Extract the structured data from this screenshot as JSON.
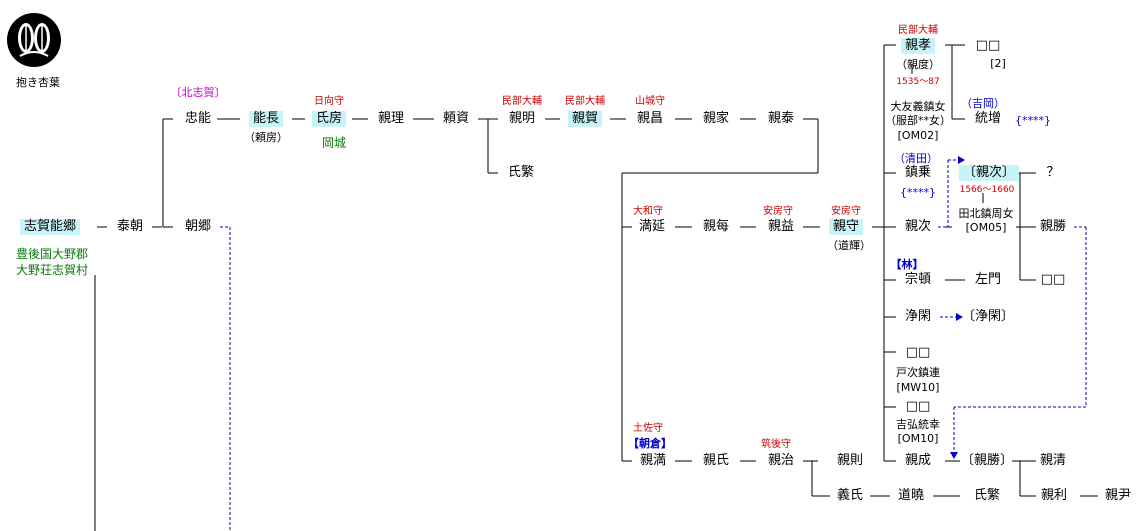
{
  "crest": {
    "label": "抱き杏葉"
  },
  "root": {
    "name": "志賀能郷",
    "place1": "豊後国大野郡",
    "place2": "大野荘志賀村"
  },
  "gen1": {
    "yasutomo": "泰朝"
  },
  "branch_kita": {
    "tag": "〔北志賀〕",
    "tadayoshi": "忠能",
    "yoshinaga": "能長",
    "yoshinaga_alt": "（頼房）",
    "ujifusa": "氏房",
    "ujifusa_title": "日向守",
    "ujifusa_castle": "岡城",
    "chikamasa": "親理",
    "yorisuke": "頼資",
    "chikaaki": "親明",
    "chikaaki_title": "民部大輔",
    "chikaka": "親賀",
    "chikaka_title": "民部大輔",
    "chikamasa2": "親昌",
    "chikamasa2_title": "山城守",
    "chikaie": "親家",
    "chikayasu": "親泰",
    "ujishige": "氏繁"
  },
  "tomosato": {
    "name": "朝郷"
  },
  "branch_minami": {
    "mitsunobu": "満延",
    "mitsunobu_title": "大和守",
    "chikatsune": "親每",
    "chikamasu": "親益",
    "chikamasu_title": "安房守",
    "chikamori": "親守",
    "chikamori_title": "安房守",
    "chikamori_alt": "（道輝）",
    "chikataka": "親孝",
    "chikataka_title": "民部大輔",
    "chikataka_alt": "（親度）",
    "chikataka_child": "□□",
    "chikataka_child_note": "[2]",
    "wife1_years": "1535～87",
    "wife1_line1": "大友義鎮女",
    "wife1_line2": "（服部**女）",
    "wife1_code": "[OM02]",
    "yoshida_tag": "（吉岡）",
    "munemasu": "統增",
    "munemasu_note": "{****}",
    "kiyota_tag": "（清田）",
    "shigenori": "鎮乗",
    "shigenori_note": "{****}",
    "chikatsugu_box": "〔親次〕",
    "chikatsugu_box_q": "？",
    "wife2_years": "1566～1660",
    "wife2_line1": "田北鎮周女",
    "wife2_code": "[OM05]",
    "chikatsugu": "親次",
    "chikakatsu": "親勝",
    "chikakatsu_child": "□□",
    "hayashi_tag": "【林】",
    "munetoshi": "宗頓",
    "samon": "左門",
    "jokan": "浄閑",
    "jokan_box": "〔浄閑〕",
    "sq1": "□□",
    "tojiki": "戸次鎮連",
    "tojiki_code": "[MW10]",
    "sq2": "□□",
    "yoshihiro": "吉弘統幸",
    "yoshihiro_code": "[OM10]",
    "tosa_title": "土佐守",
    "asakura_tag": "【朝倉】",
    "chikamitsu": "親満",
    "chikauji": "親氏",
    "chikaharu": "親治",
    "chikaharu_title": "筑後守",
    "chikanori": "親則",
    "chikashige": "親成",
    "chikakatsu_box": "〔親勝〕",
    "chikakiyo": "親清",
    "chikatoshi": "親利",
    "chikaie2": "親尹",
    "yoshiuji": "義氏",
    "dogyo": "道曉",
    "ujishige2": "氏繁"
  }
}
